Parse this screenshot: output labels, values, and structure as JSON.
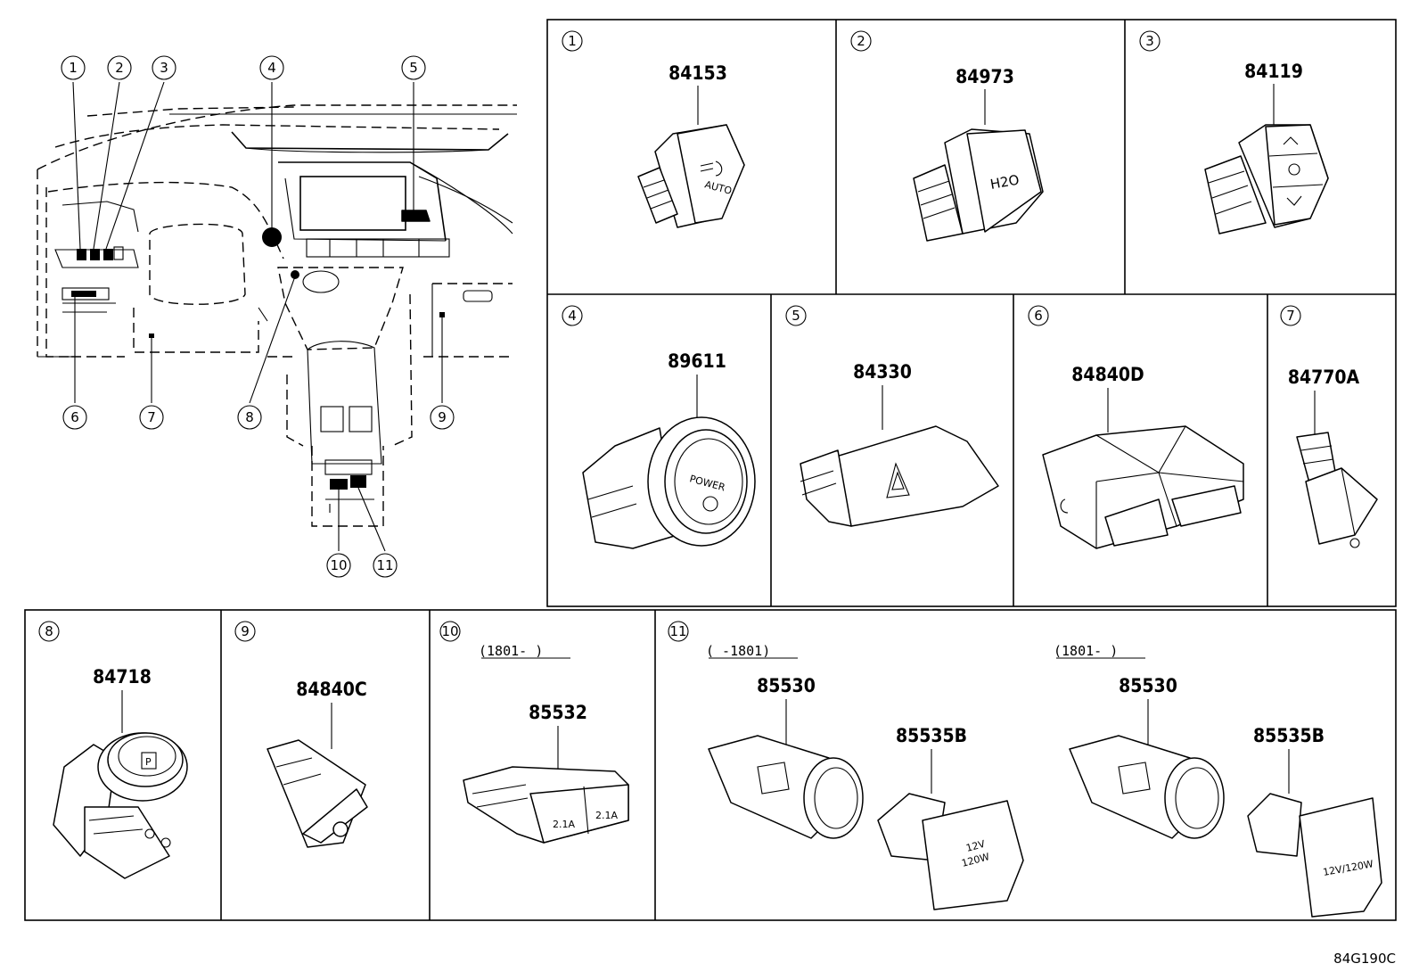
{
  "callouts": [
    "1",
    "2",
    "3",
    "4",
    "5",
    "6",
    "7",
    "8",
    "9",
    "10",
    "11"
  ],
  "panels": [
    {
      "id": "1",
      "part": "84153",
      "glyph": "AUTO"
    },
    {
      "id": "2",
      "part": "84973",
      "glyph": "H2O"
    },
    {
      "id": "3",
      "part": "84119"
    },
    {
      "id": "4",
      "part": "89611",
      "glyph": "POWER"
    },
    {
      "id": "5",
      "part": "84330"
    },
    {
      "id": "6",
      "part": "84840D"
    },
    {
      "id": "7",
      "part": "84770A"
    },
    {
      "id": "8",
      "part": "84718",
      "glyph": "P"
    },
    {
      "id": "9",
      "part": "84840C"
    },
    {
      "id": "10",
      "part": "85532",
      "date": "(1801-     )",
      "glyph": "2.1A"
    },
    {
      "id": "11",
      "parts": [
        "85530",
        "85535B",
        "85530",
        "85535B"
      ],
      "dates": [
        "(     -1801)",
        "(1801-     )"
      ],
      "glyphs": [
        "12V",
        "120W",
        "12V/120W"
      ]
    }
  ],
  "diagram_code": "84G190C"
}
